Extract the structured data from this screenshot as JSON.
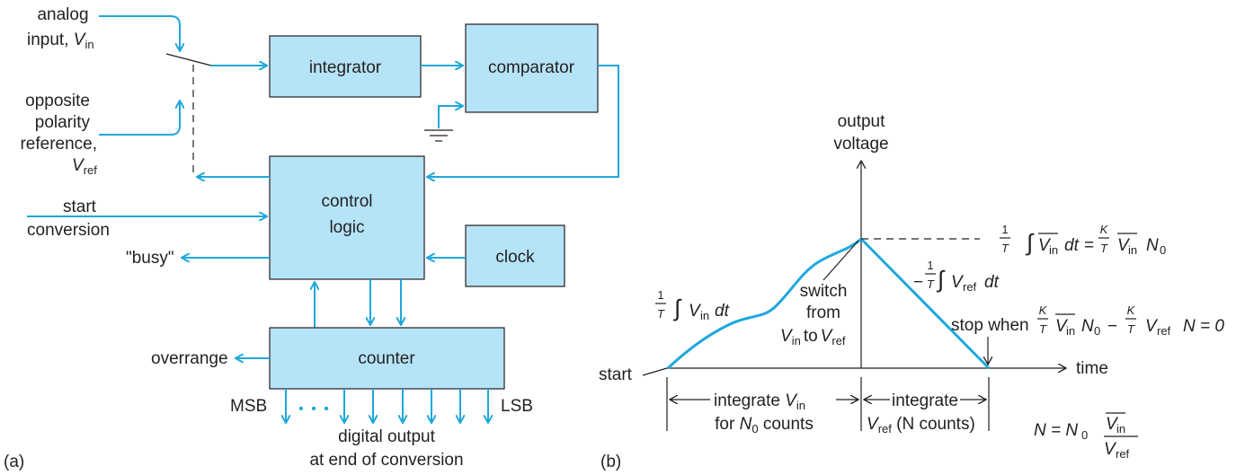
{
  "panel_a": {
    "label": "(a)",
    "inputs": {
      "analog_line1": "analog",
      "analog_line2": "input,",
      "vin_sym": "V",
      "vin_sub": "in",
      "ref_line1": "opposite",
      "ref_line2": "polarity",
      "ref_line3": "reference,",
      "vref_sym": "V",
      "vref_sub": "ref",
      "start_line1": "start",
      "start_line2": "conversion"
    },
    "blocks": {
      "integrator": "integrator",
      "comparator": "comparator",
      "control_line1": "control",
      "control_line2": "logic",
      "clock": "clock",
      "counter": "counter"
    },
    "outputs": {
      "busy": "\"busy\"",
      "overrange": "overrange",
      "msb": "MSB",
      "lsb": "LSB",
      "dots": "• • •",
      "digital_line1": "digital output",
      "digital_line2": "at end of conversion"
    }
  },
  "panel_b": {
    "label": "(b)",
    "y_axis_line1": "output",
    "y_axis_line2": "voltage",
    "x_axis": "time",
    "start": "start",
    "frac_1_num": "1",
    "frac_T": "T",
    "frac_K": "K",
    "integral": "∫",
    "vin": "V",
    "vin_sub": "in",
    "vref": "V",
    "vref_sub": "ref",
    "dt": "dt",
    "eq_sign": "=",
    "minus": "−",
    "n0": "N",
    "n0_sub": "0",
    "switch_line1": "switch",
    "switch_line2": "from",
    "switch_to": "to",
    "stop_when": "stop when",
    "n_eq_zero": "N = 0",
    "integrate_vin_1": "integrate",
    "integrate_vin_2": "for",
    "counts": "counts",
    "integrate_vref_1": "integrate",
    "n_counts": "(N counts)",
    "n_formula": "N = N",
    "n_formula_sub": "0"
  }
}
